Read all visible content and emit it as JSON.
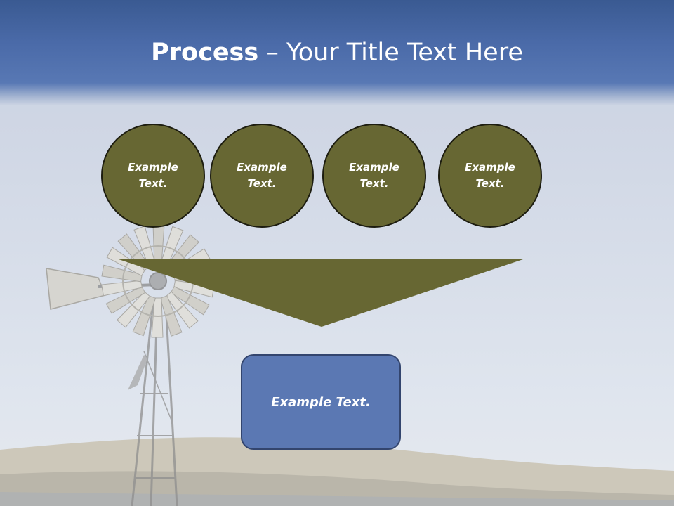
{
  "title": {
    "bold": "Process",
    "rest": " – Your Title Text Here"
  },
  "steps": [
    {
      "label": "Example Text."
    },
    {
      "label": "Example Text."
    },
    {
      "label": "Example Text."
    },
    {
      "label": "Example Text."
    }
  ],
  "result": {
    "label": "Example Text."
  },
  "colors": {
    "header": "#4a6aa8",
    "circle_fill": "#676733",
    "circle_border": "#1d1d10",
    "funnel": "#676733",
    "box_fill": "#5b78b3",
    "box_border": "#33456e"
  },
  "icons": [
    "windmill-image",
    "hills-image",
    "funnel-arrow"
  ]
}
